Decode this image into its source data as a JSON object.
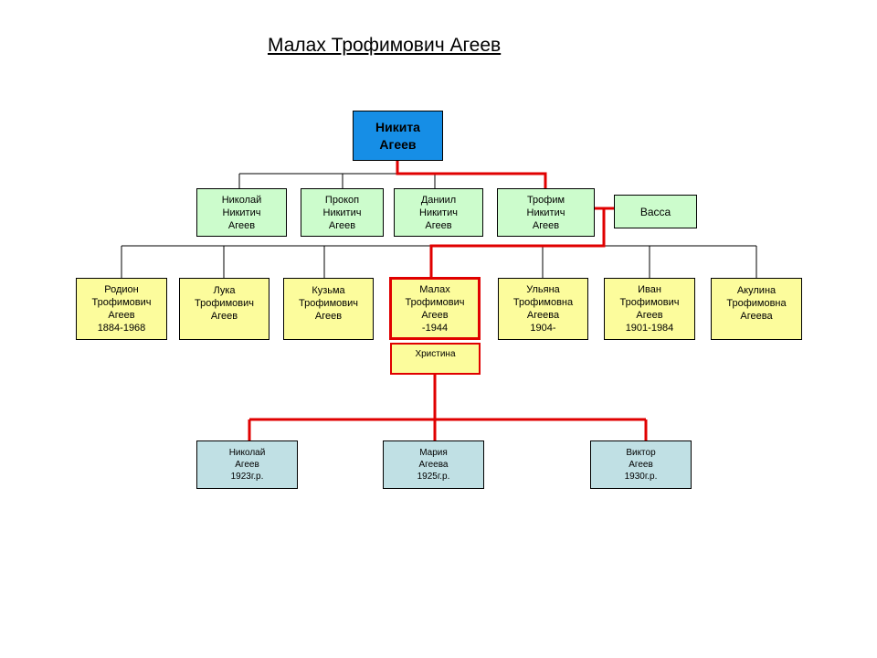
{
  "title": "Малах Трофимович Агеев",
  "colors": {
    "root": "#168ee6",
    "generation1": "#ccfccc",
    "generation2": "#fcfc9c",
    "generation3": "#c0e0e4",
    "highlight_line": "#e00000",
    "line": "#000000"
  },
  "nodes": {
    "nikita": {
      "label": "Никита\nАгеев"
    },
    "nikolay1": {
      "label": "Николай\nНикитич\nАгеев"
    },
    "prokop": {
      "label": "Прокоп\nНикитич\nАгеев"
    },
    "daniil": {
      "label": "Даниил\nНикитич\nАгеев"
    },
    "trofim": {
      "label": "Трофим\nНикитич\nАгеев"
    },
    "vassa": {
      "label": "Васса"
    },
    "rodion": {
      "label": "Родион\nТрофимович\nАгеев\n1884-1968"
    },
    "luka": {
      "label": "Лука\nТрофимович\nАгеев"
    },
    "kuzma": {
      "label": "Кузьма\nТрофимович\nАгеев"
    },
    "malakh": {
      "label": "Малах\nТрофимович\nАгеев\n-1944"
    },
    "ulyana": {
      "label": "Ульяна\nТрофимовна\nАгеева\n1904-"
    },
    "ivan": {
      "label": "Иван\nТрофимович\nАгеев\n1901-1984"
    },
    "akulina": {
      "label": "Акулина\nТрофимовна\nАгеева"
    },
    "khristina": {
      "label": "Христина"
    },
    "nikolay2": {
      "label": "Николай\nАгеев\n1923г.р."
    },
    "mariya": {
      "label": "Мария\nАгеева\n1925г.р."
    },
    "viktor": {
      "label": "Виктор\nАгеев\n1930г.р."
    }
  }
}
